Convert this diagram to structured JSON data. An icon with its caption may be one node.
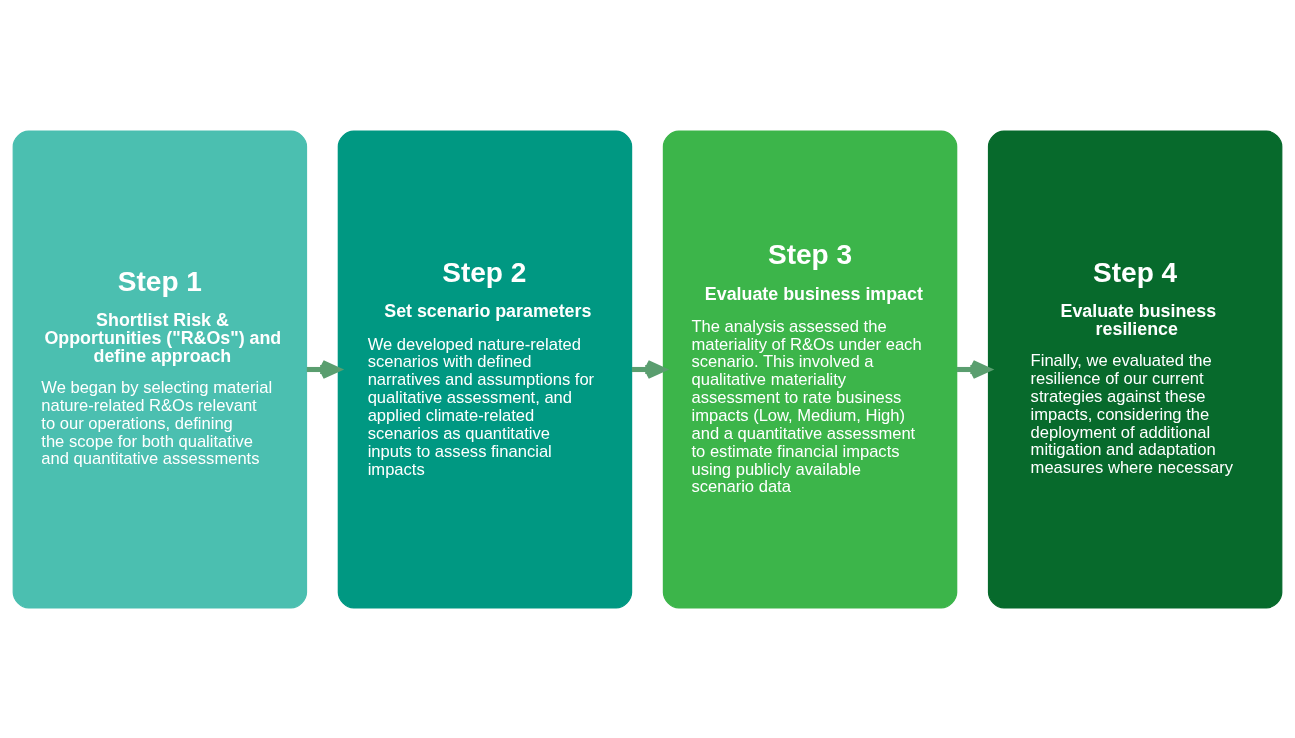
{
  "diagram": {
    "nodes": [
      {
        "text": [
          "Step 1",
          "Shortlist Risk & Opportunities (\"R&Os\") and define approach",
          "We began by selecting material nature-related R&Os relevant to our operations, defining the scope for both qualitative and quantitative assessments"
        ]
      },
      {
        "text": [
          "Step 2",
          "Set scenario parameters",
          "We developed nature-related scenarios with defined narratives and assumptions for qualitative assessment, and applied climate-related scenarios as quantitative inputs to assess financial impacts"
        ]
      },
      {
        "text": [
          "Step 3",
          "Evaluate business impact",
          "The analysis assessed the materiality of R&Os under each scenario. This involved a qualitative materiality assessment to rate business impacts (Low, Medium, High) and a quantitative assessment to estimate financial impacts using publicly available scenario data"
        ]
      },
      {
        "text": [
          "Step 4",
          "Evaluate business resilience",
          "Finally, we evaluated the resilience of our current strategies against these impacts, considering the deployment of additional mitigation and adaptation measures where necessary"
        ]
      }
    ],
    "edges": [
      {
        "from": 0,
        "to": 1,
        "arrow": "to"
      },
      {
        "from": 1,
        "to": 2,
        "arrow": "to"
      },
      {
        "from": 2,
        "to": 3,
        "arrow": "to"
      }
    ]
  }
}
